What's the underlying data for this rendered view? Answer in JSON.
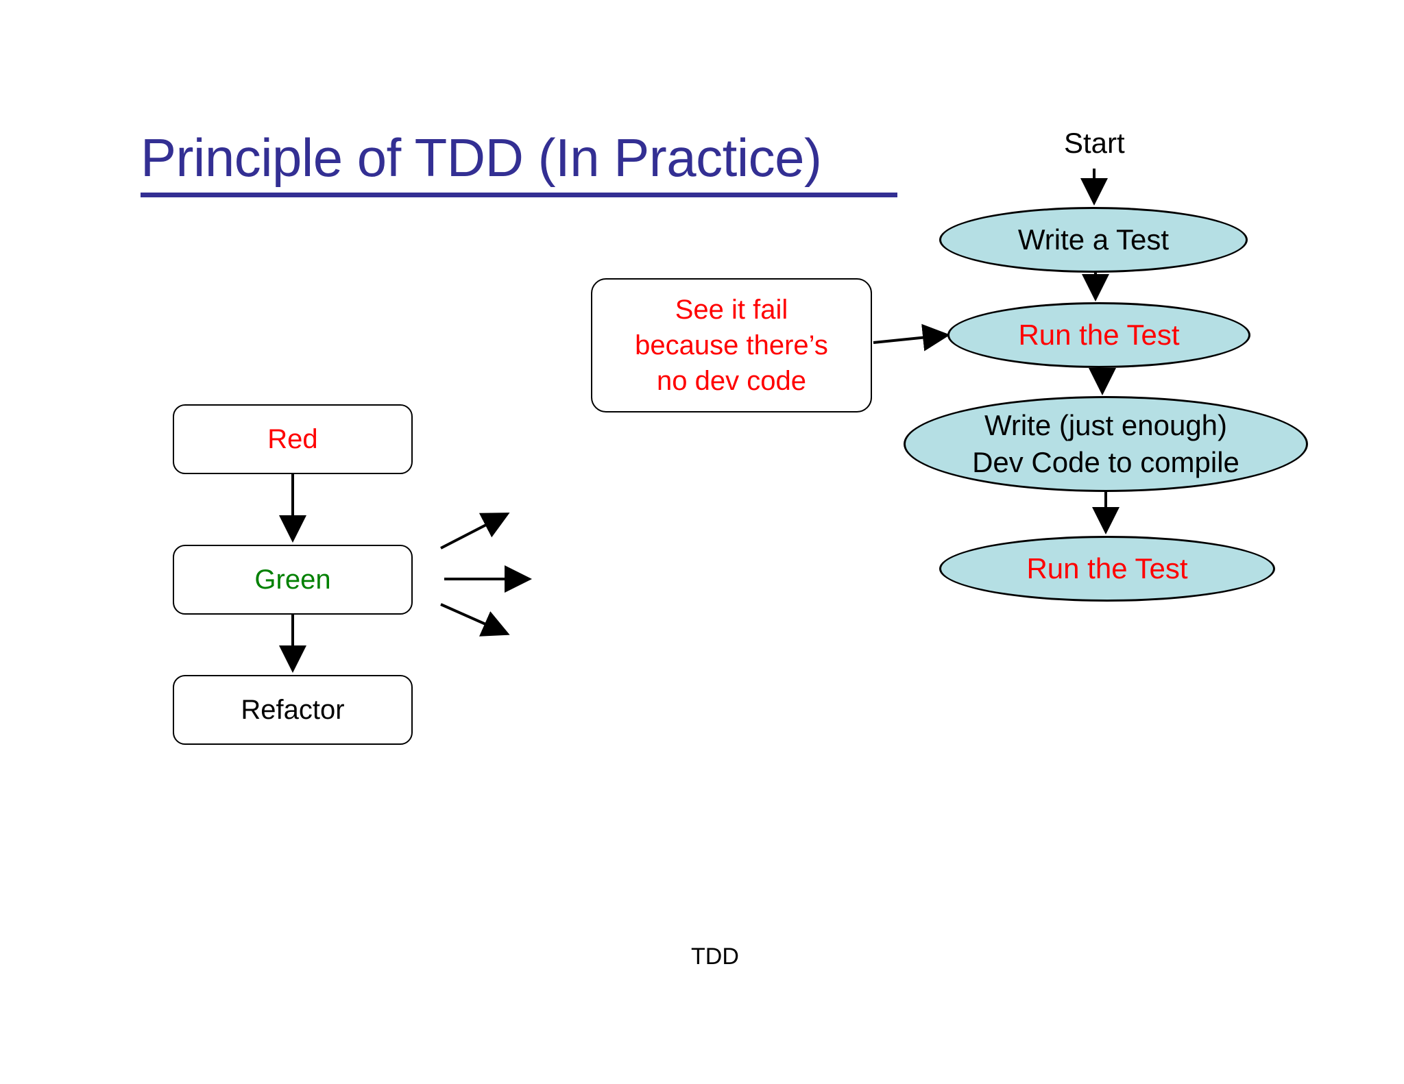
{
  "slide": {
    "title": "Principle of TDD (In Practice)",
    "footer": "TDD",
    "background_color": "#ffffff"
  },
  "colors": {
    "title": "#332f93",
    "red_text": "#ff0000",
    "green_text": "#008000",
    "black_text": "#000000",
    "ellipse_fill": "#b5dfe4",
    "shape_stroke": "#000000"
  },
  "left_cycle": {
    "name": "Red-Green-Refactor cycle",
    "boxes": [
      {
        "id": "red",
        "label": "Red",
        "text_color": "#ff0000"
      },
      {
        "id": "green",
        "label": "Green",
        "text_color": "#008000"
      },
      {
        "id": "refactor",
        "label": "Refactor",
        "text_color": "#000000"
      }
    ],
    "connectors": [
      {
        "from": "red",
        "to": "green",
        "style": "arrow-down"
      },
      {
        "from": "green",
        "to": "refactor",
        "style": "arrow-down"
      }
    ],
    "fanout_arrows": {
      "count": 3,
      "directions": [
        "up-right",
        "right",
        "down-right"
      ],
      "origin": "green"
    }
  },
  "callout": {
    "id": "see-it-fail",
    "lines": [
      "See it fail",
      "because there’s",
      "no dev code"
    ],
    "text_color": "#ff0000",
    "points_to": "run-the-test-1"
  },
  "right_flow": {
    "start_label": "Start",
    "nodes": [
      {
        "id": "write-a-test",
        "lines": [
          "Write a Test"
        ],
        "text_color": "#000000"
      },
      {
        "id": "run-the-test-1",
        "lines": [
          "Run the Test"
        ],
        "text_color": "#ff0000"
      },
      {
        "id": "write-dev-code",
        "lines": [
          "Write (just enough)",
          "Dev Code to compile"
        ],
        "text_color": "#000000"
      },
      {
        "id": "run-the-test-2",
        "lines": [
          "Run the Test"
        ],
        "text_color": "#ff0000"
      }
    ],
    "connectors": [
      {
        "from": "start",
        "to": "write-a-test",
        "style": "arrow-down"
      },
      {
        "from": "write-a-test",
        "to": "run-the-test-1",
        "style": "arrow-down"
      },
      {
        "from": "run-the-test-1",
        "to": "write-dev-code",
        "style": "arrow-down"
      },
      {
        "from": "write-dev-code",
        "to": "run-the-test-2",
        "style": "arrow-down"
      },
      {
        "from": "see-it-fail",
        "to": "run-the-test-1",
        "style": "arrow-right"
      }
    ]
  }
}
